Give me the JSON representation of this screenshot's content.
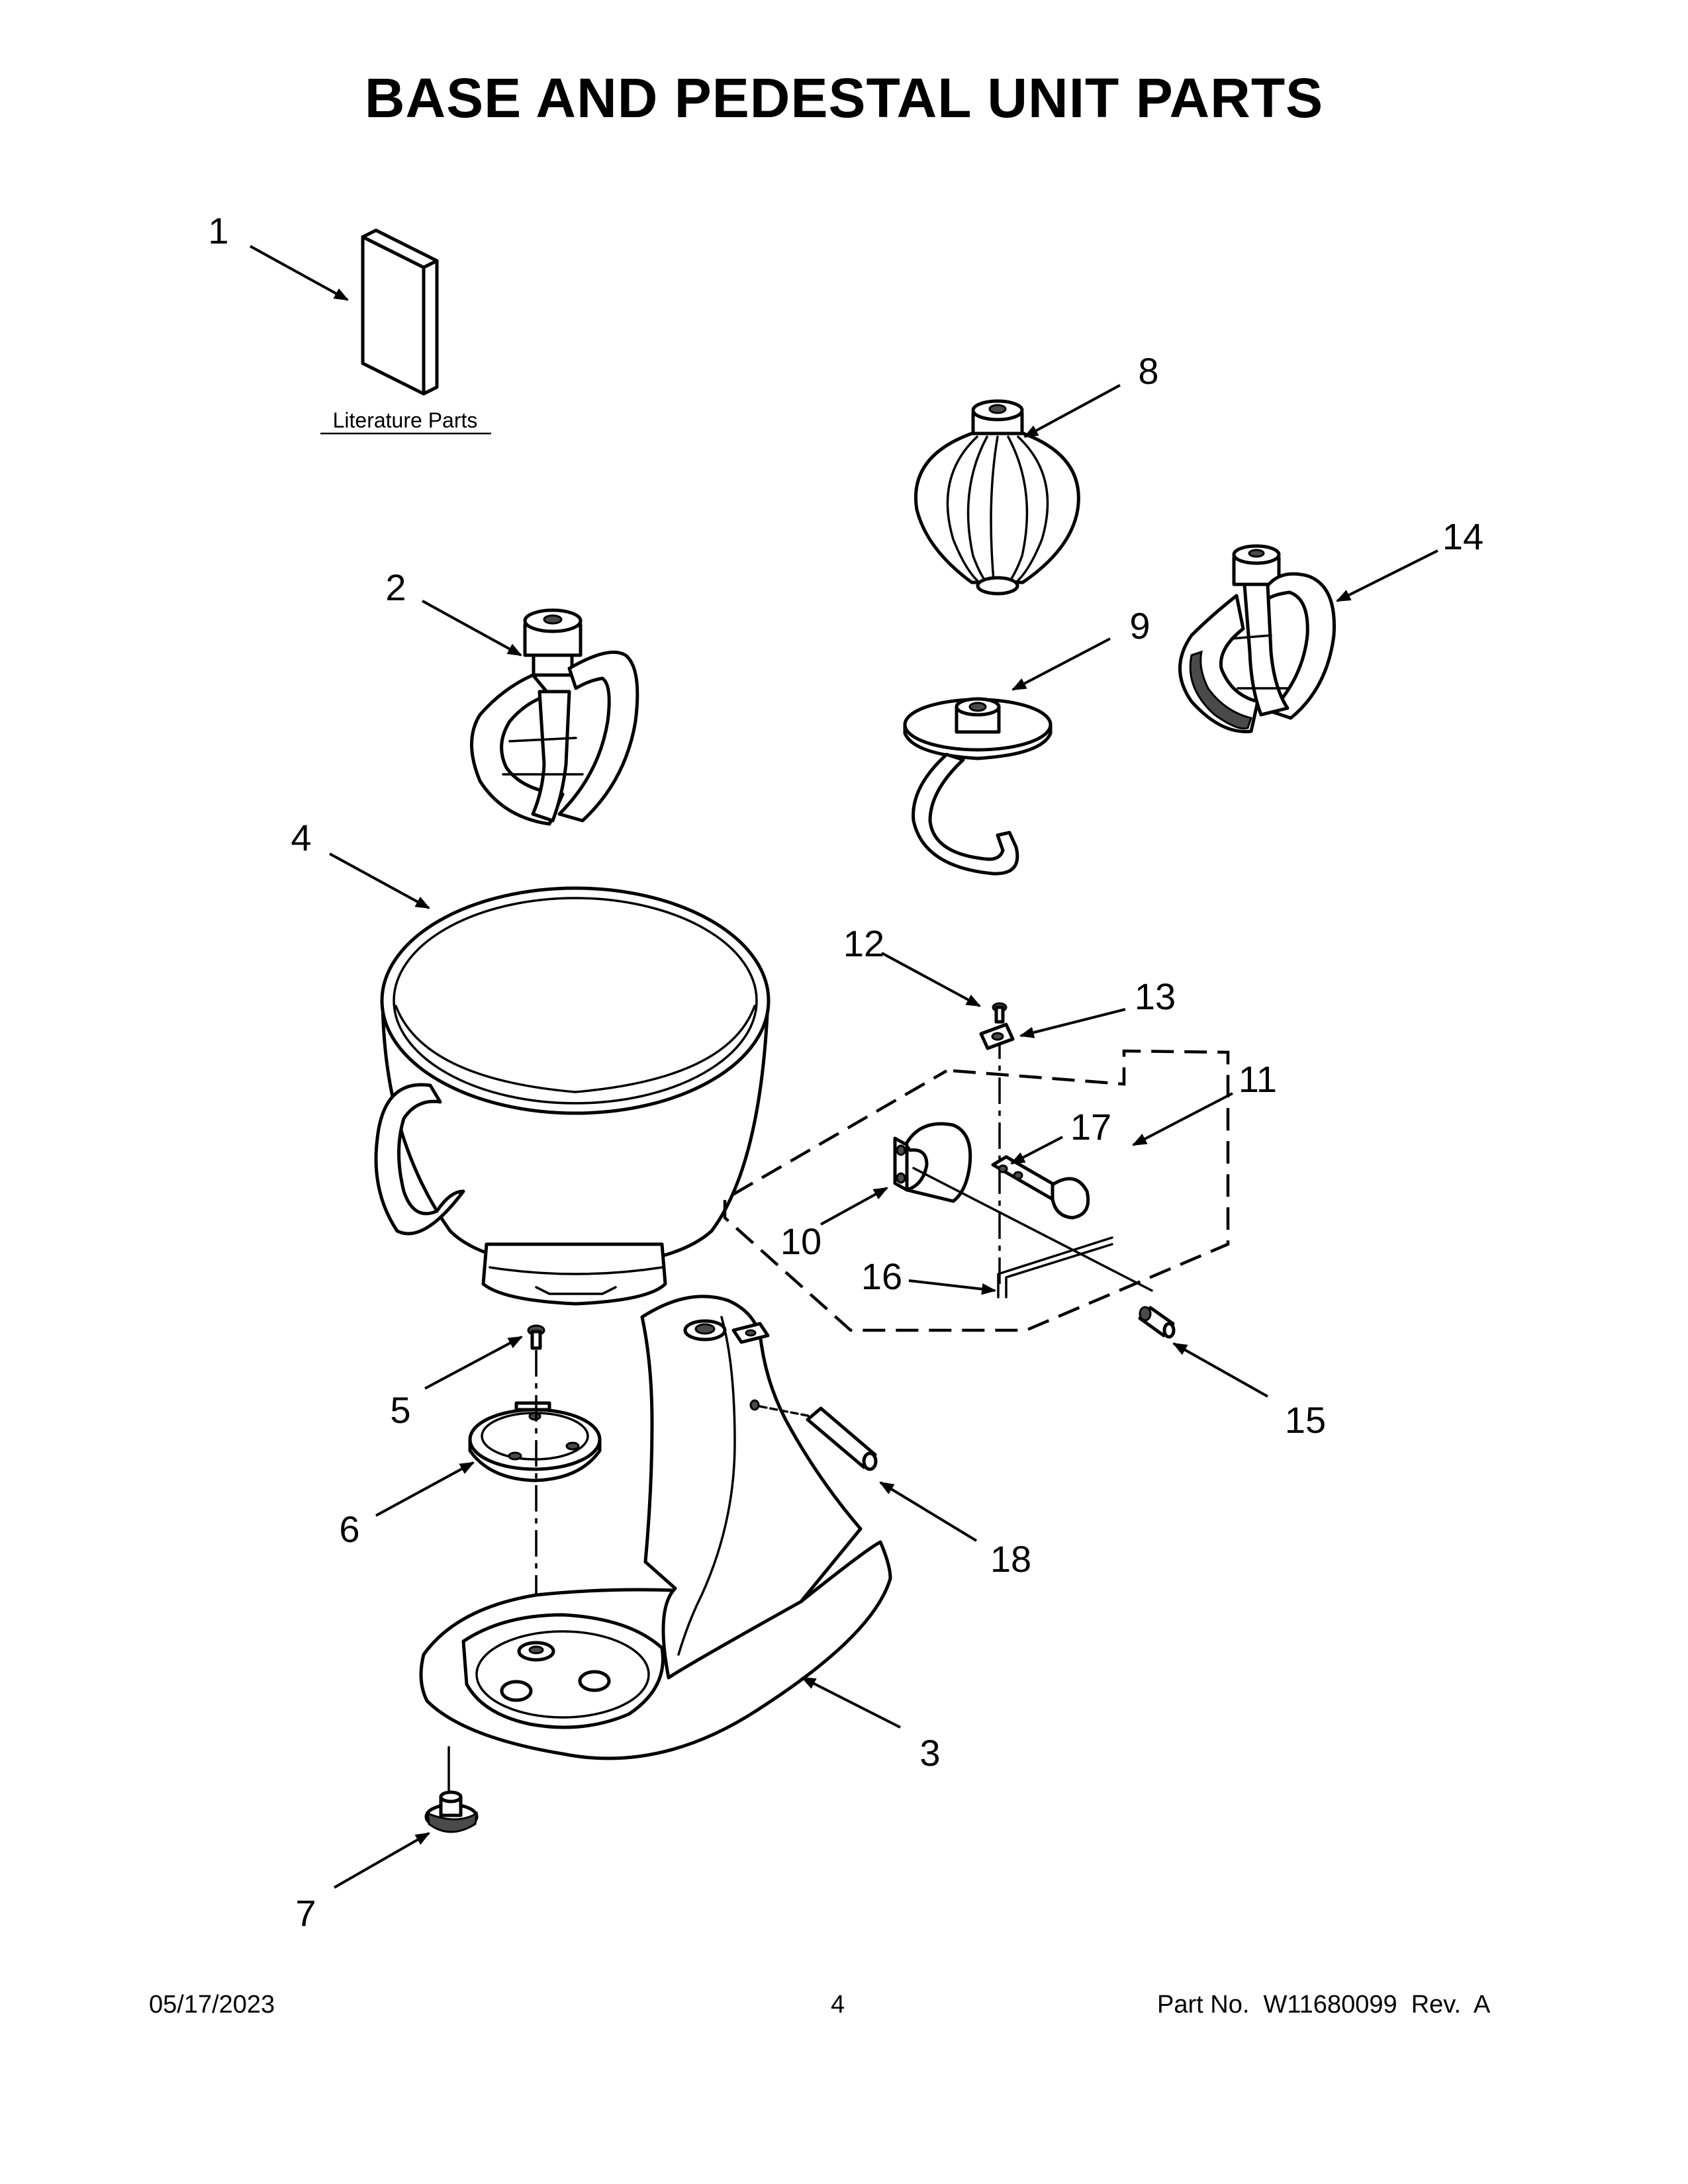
{
  "page": {
    "title": "BASE AND PEDESTAL UNIT PARTS",
    "literature_label": "Literature Parts",
    "footer": {
      "date": "05/17/2023",
      "page_number": "4",
      "part_number": "Part No.  W11680099  Rev.  A"
    }
  },
  "callouts": [
    "1",
    "2",
    "3",
    "4",
    "5",
    "6",
    "7",
    "8",
    "9",
    "10",
    "11",
    "12",
    "13",
    "14",
    "15",
    "16",
    "17",
    "18"
  ]
}
